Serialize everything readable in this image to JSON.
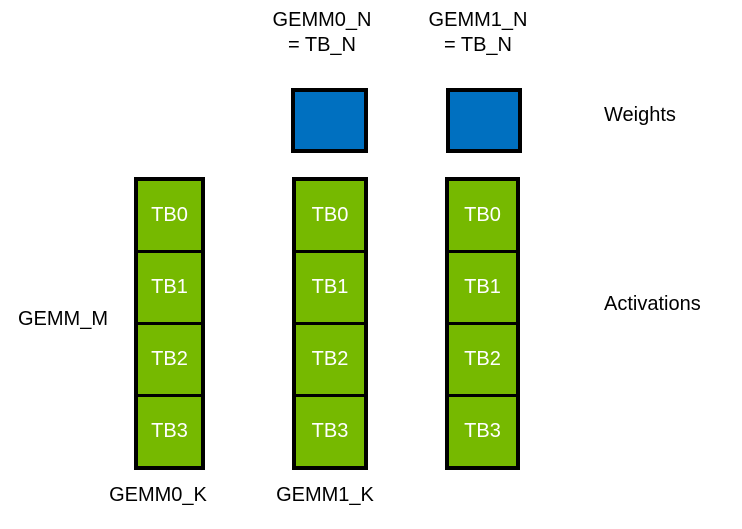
{
  "diagram": {
    "top_labels": [
      "GEMM0_N\n= TB_N",
      "GEMM1_N\n= TB_N"
    ],
    "weights_label": "Weights",
    "activations_label": "Activations",
    "gemm_m_label": "GEMM_M",
    "bottom_labels": [
      "GEMM0_K",
      "GEMM1_K"
    ],
    "columns": [
      {
        "cells": [
          "TB0",
          "TB1",
          "TB2",
          "TB3"
        ]
      },
      {
        "cells": [
          "TB0",
          "TB1",
          "TB2",
          "TB3"
        ]
      },
      {
        "cells": [
          "TB0",
          "TB1",
          "TB2",
          "TB3"
        ]
      }
    ],
    "colors": {
      "weights_fill": "#0070C0",
      "activations_fill": "#76B900",
      "outline": "#000000",
      "tile_text": "#FFFFFF",
      "label_text": "#000000",
      "background": "#FFFFFF"
    }
  }
}
